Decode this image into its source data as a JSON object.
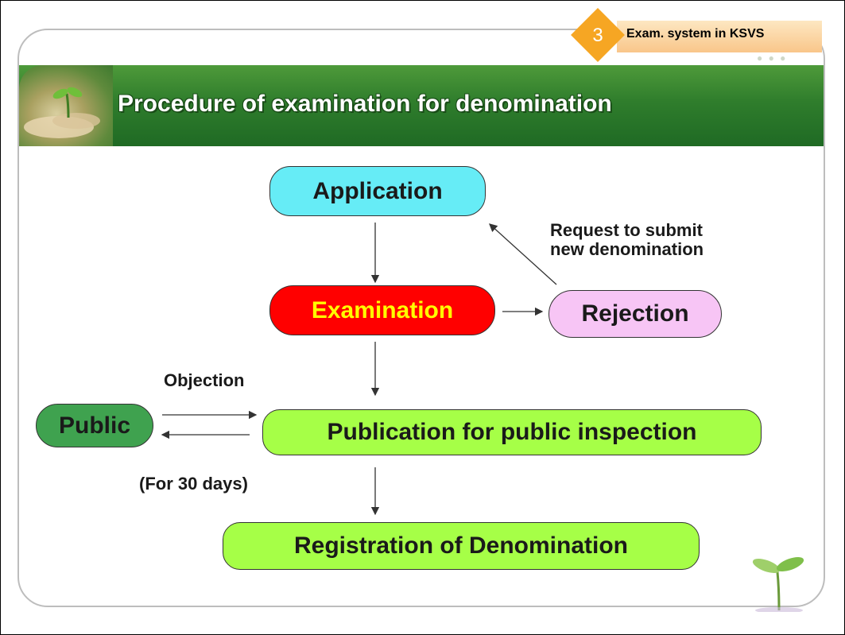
{
  "header": {
    "title": "Procedure of examination for denomination",
    "section_number": "3",
    "section_label": "Exam. system in KSVS"
  },
  "nodes": {
    "application": "Application",
    "examination": "Examination",
    "rejection": "Rejection",
    "public": "Public",
    "publication": "Publication for public inspection",
    "registration": "Registration of Denomination"
  },
  "labels": {
    "request_line1": "Request to submit",
    "request_line2": "new denomination",
    "objection": "Objection",
    "days": "(For 30 days)"
  },
  "colors": {
    "application": "#66ecf6",
    "examination": "#ff0000",
    "examination_text": "#ffff00",
    "rejection": "#f7c5f5",
    "public": "#3fa24f",
    "publication": "#a6ff47",
    "banner": "#2f7d2c",
    "tab_accent": "#f6a623"
  }
}
